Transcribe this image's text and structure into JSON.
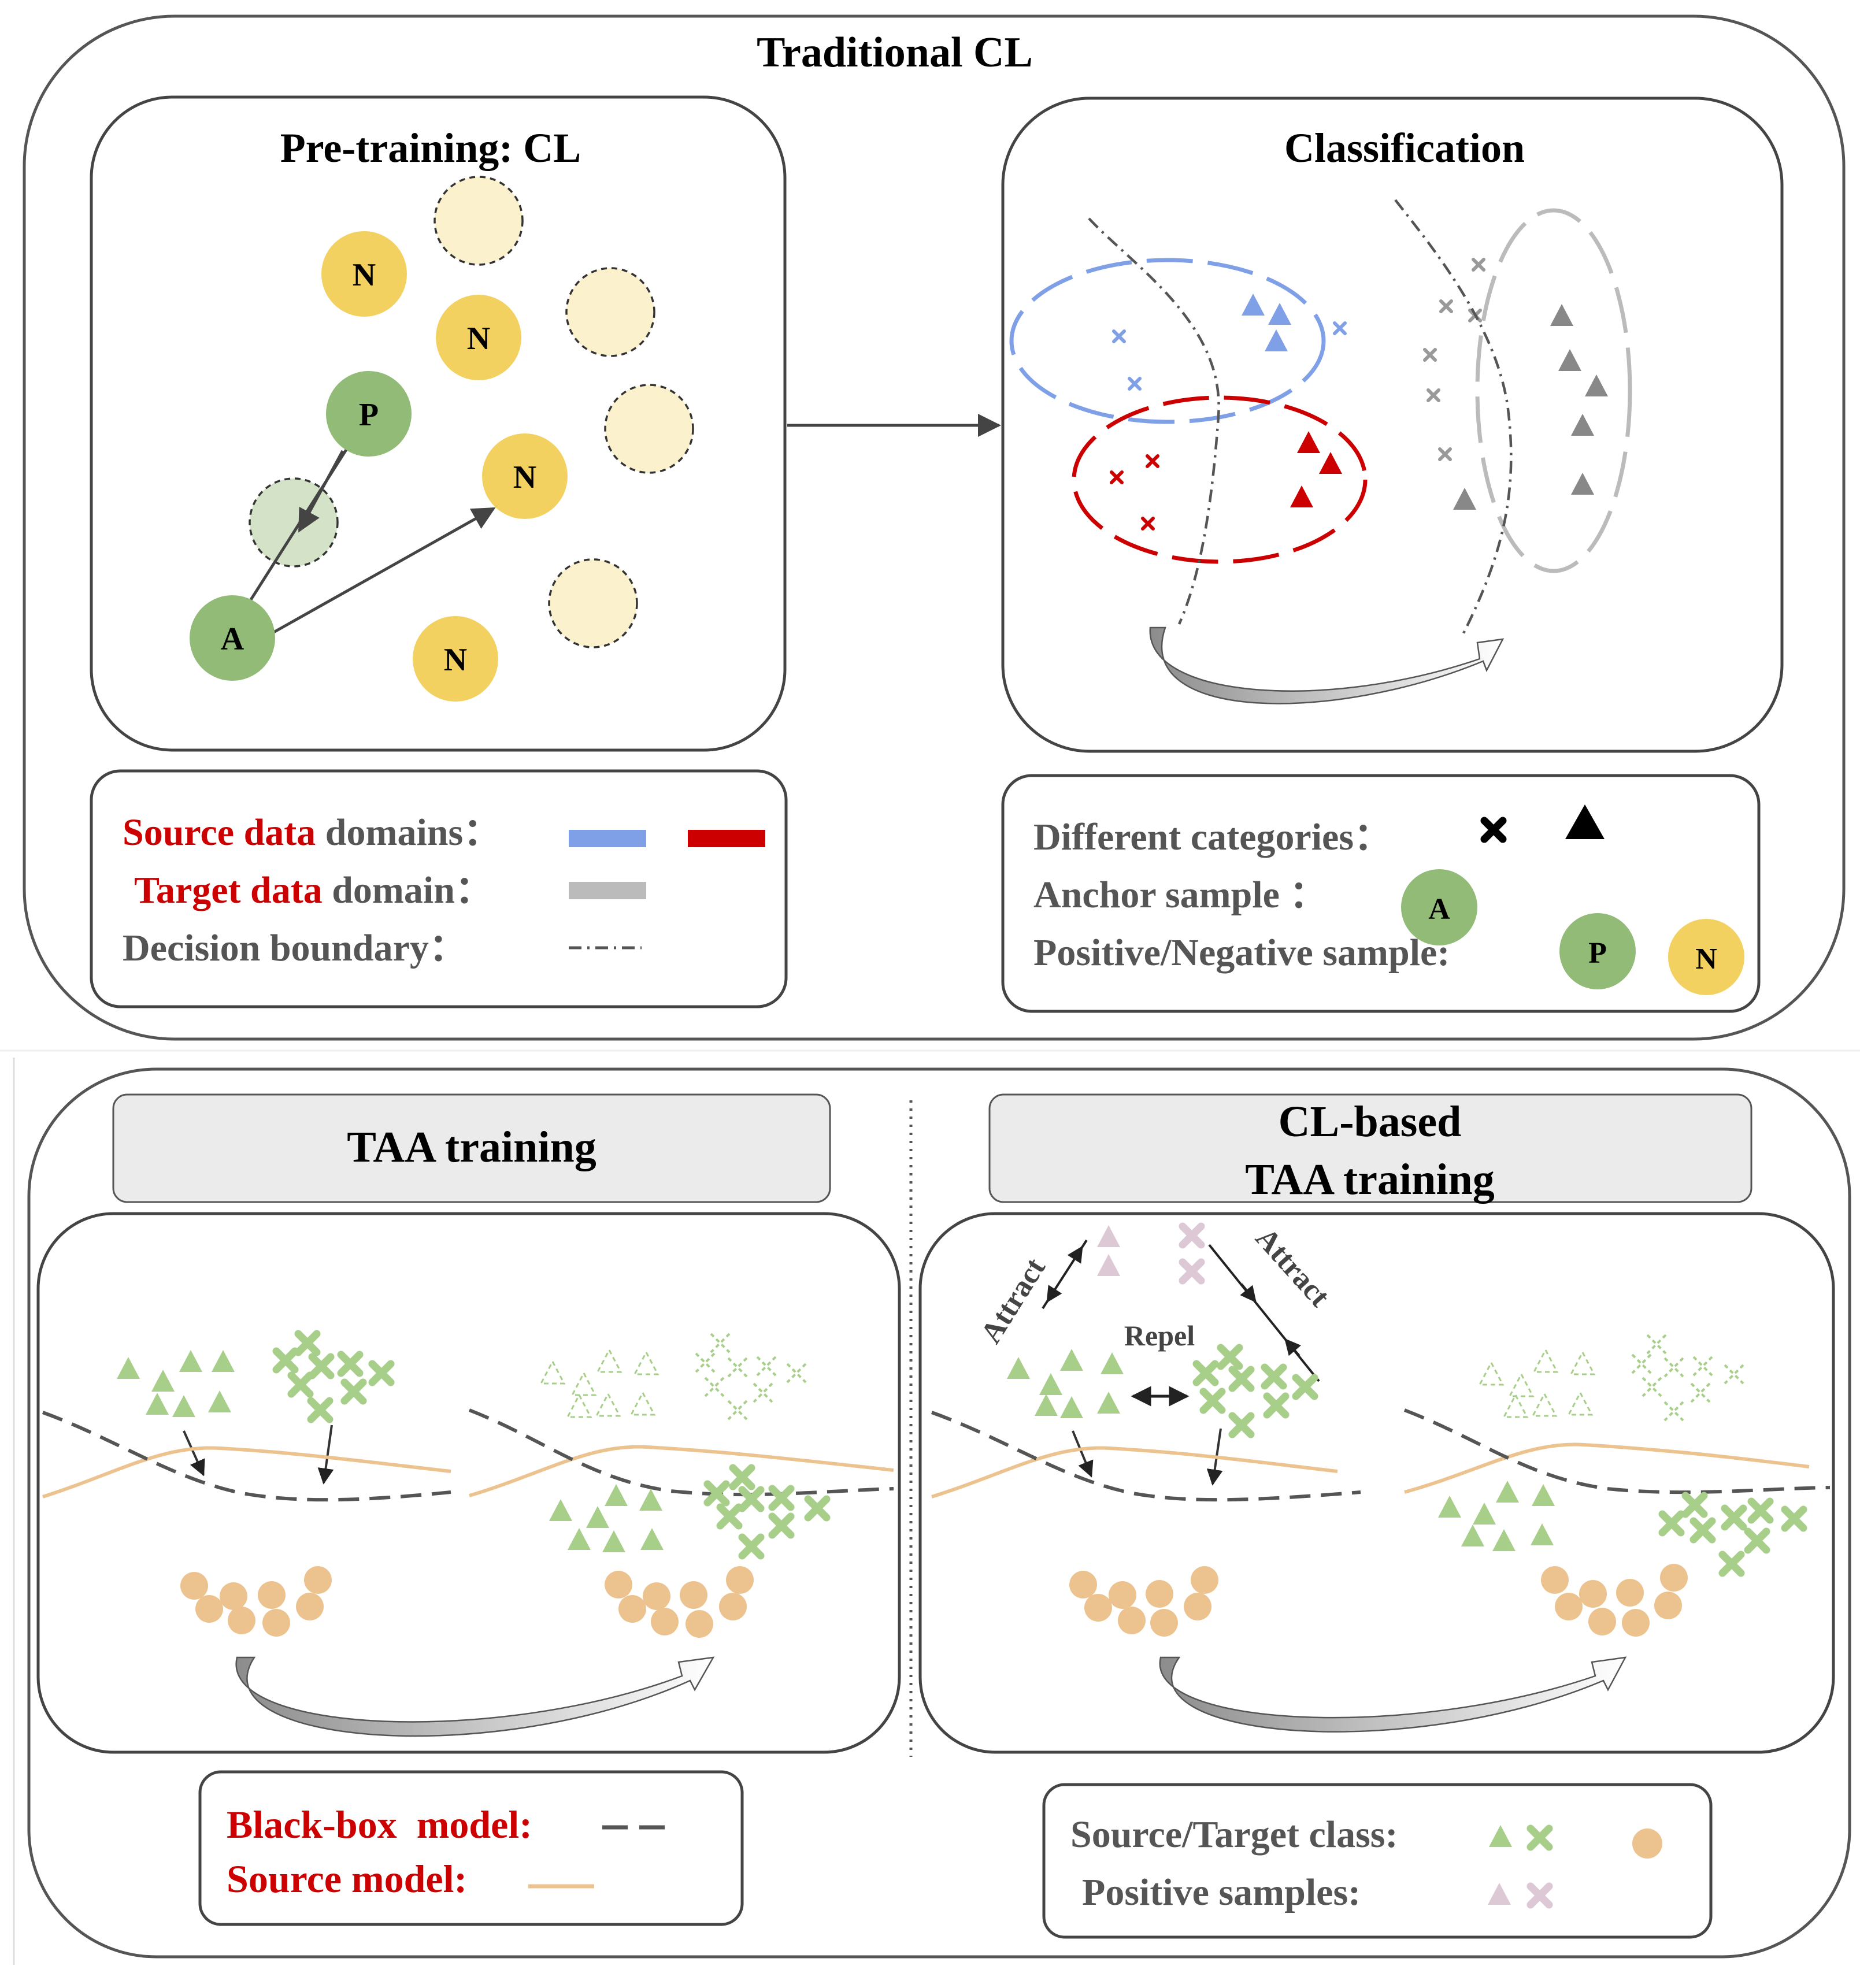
{
  "top": {
    "title": "Traditional CL",
    "pretraining": {
      "title": "Pre-training: CL",
      "node_labels": {
        "anchor": "A",
        "positive": "P",
        "negative": "N"
      }
    },
    "classification": {
      "title": "Classification"
    },
    "legend_left": {
      "source_red": "Source data",
      "source_rest": " domains",
      "target_red": "Target data",
      "target_rest": " domain",
      "boundary": "Decision boundary",
      "sep": "："
    },
    "legend_right": {
      "categories": "Different categories",
      "categories_sep": "：",
      "anchor": "Anchor sample ：",
      "posneg": "Positive/Negative sample:",
      "anchor_label": "A",
      "positive_label": "P",
      "negative_label": "N"
    }
  },
  "bottom": {
    "taa": {
      "title": "TAA training"
    },
    "clbased": {
      "title_line1": "CL-based",
      "title_line2": "TAA training",
      "attract": "Attract",
      "repel": "Repel"
    },
    "legend_left": {
      "blackbox": "Black-box  model:",
      "source_model": "Source model:"
    },
    "legend_right": {
      "source_target": "Source/Target class:",
      "positive": "Positive samples:"
    }
  },
  "colors": {
    "blue_domain": "#7f9fe6",
    "red_domain": "#cc0000",
    "gray_domain": "#bbbbbb",
    "green_node": "#93bb78",
    "yellow_node": "#f2d160",
    "pale_yellow": "#fbf1cc",
    "green_class": "#a8cf8a",
    "tan_source": "#ecc38f",
    "pink_positive": "#ddc9d6",
    "header_fill": "#ebebeb"
  }
}
